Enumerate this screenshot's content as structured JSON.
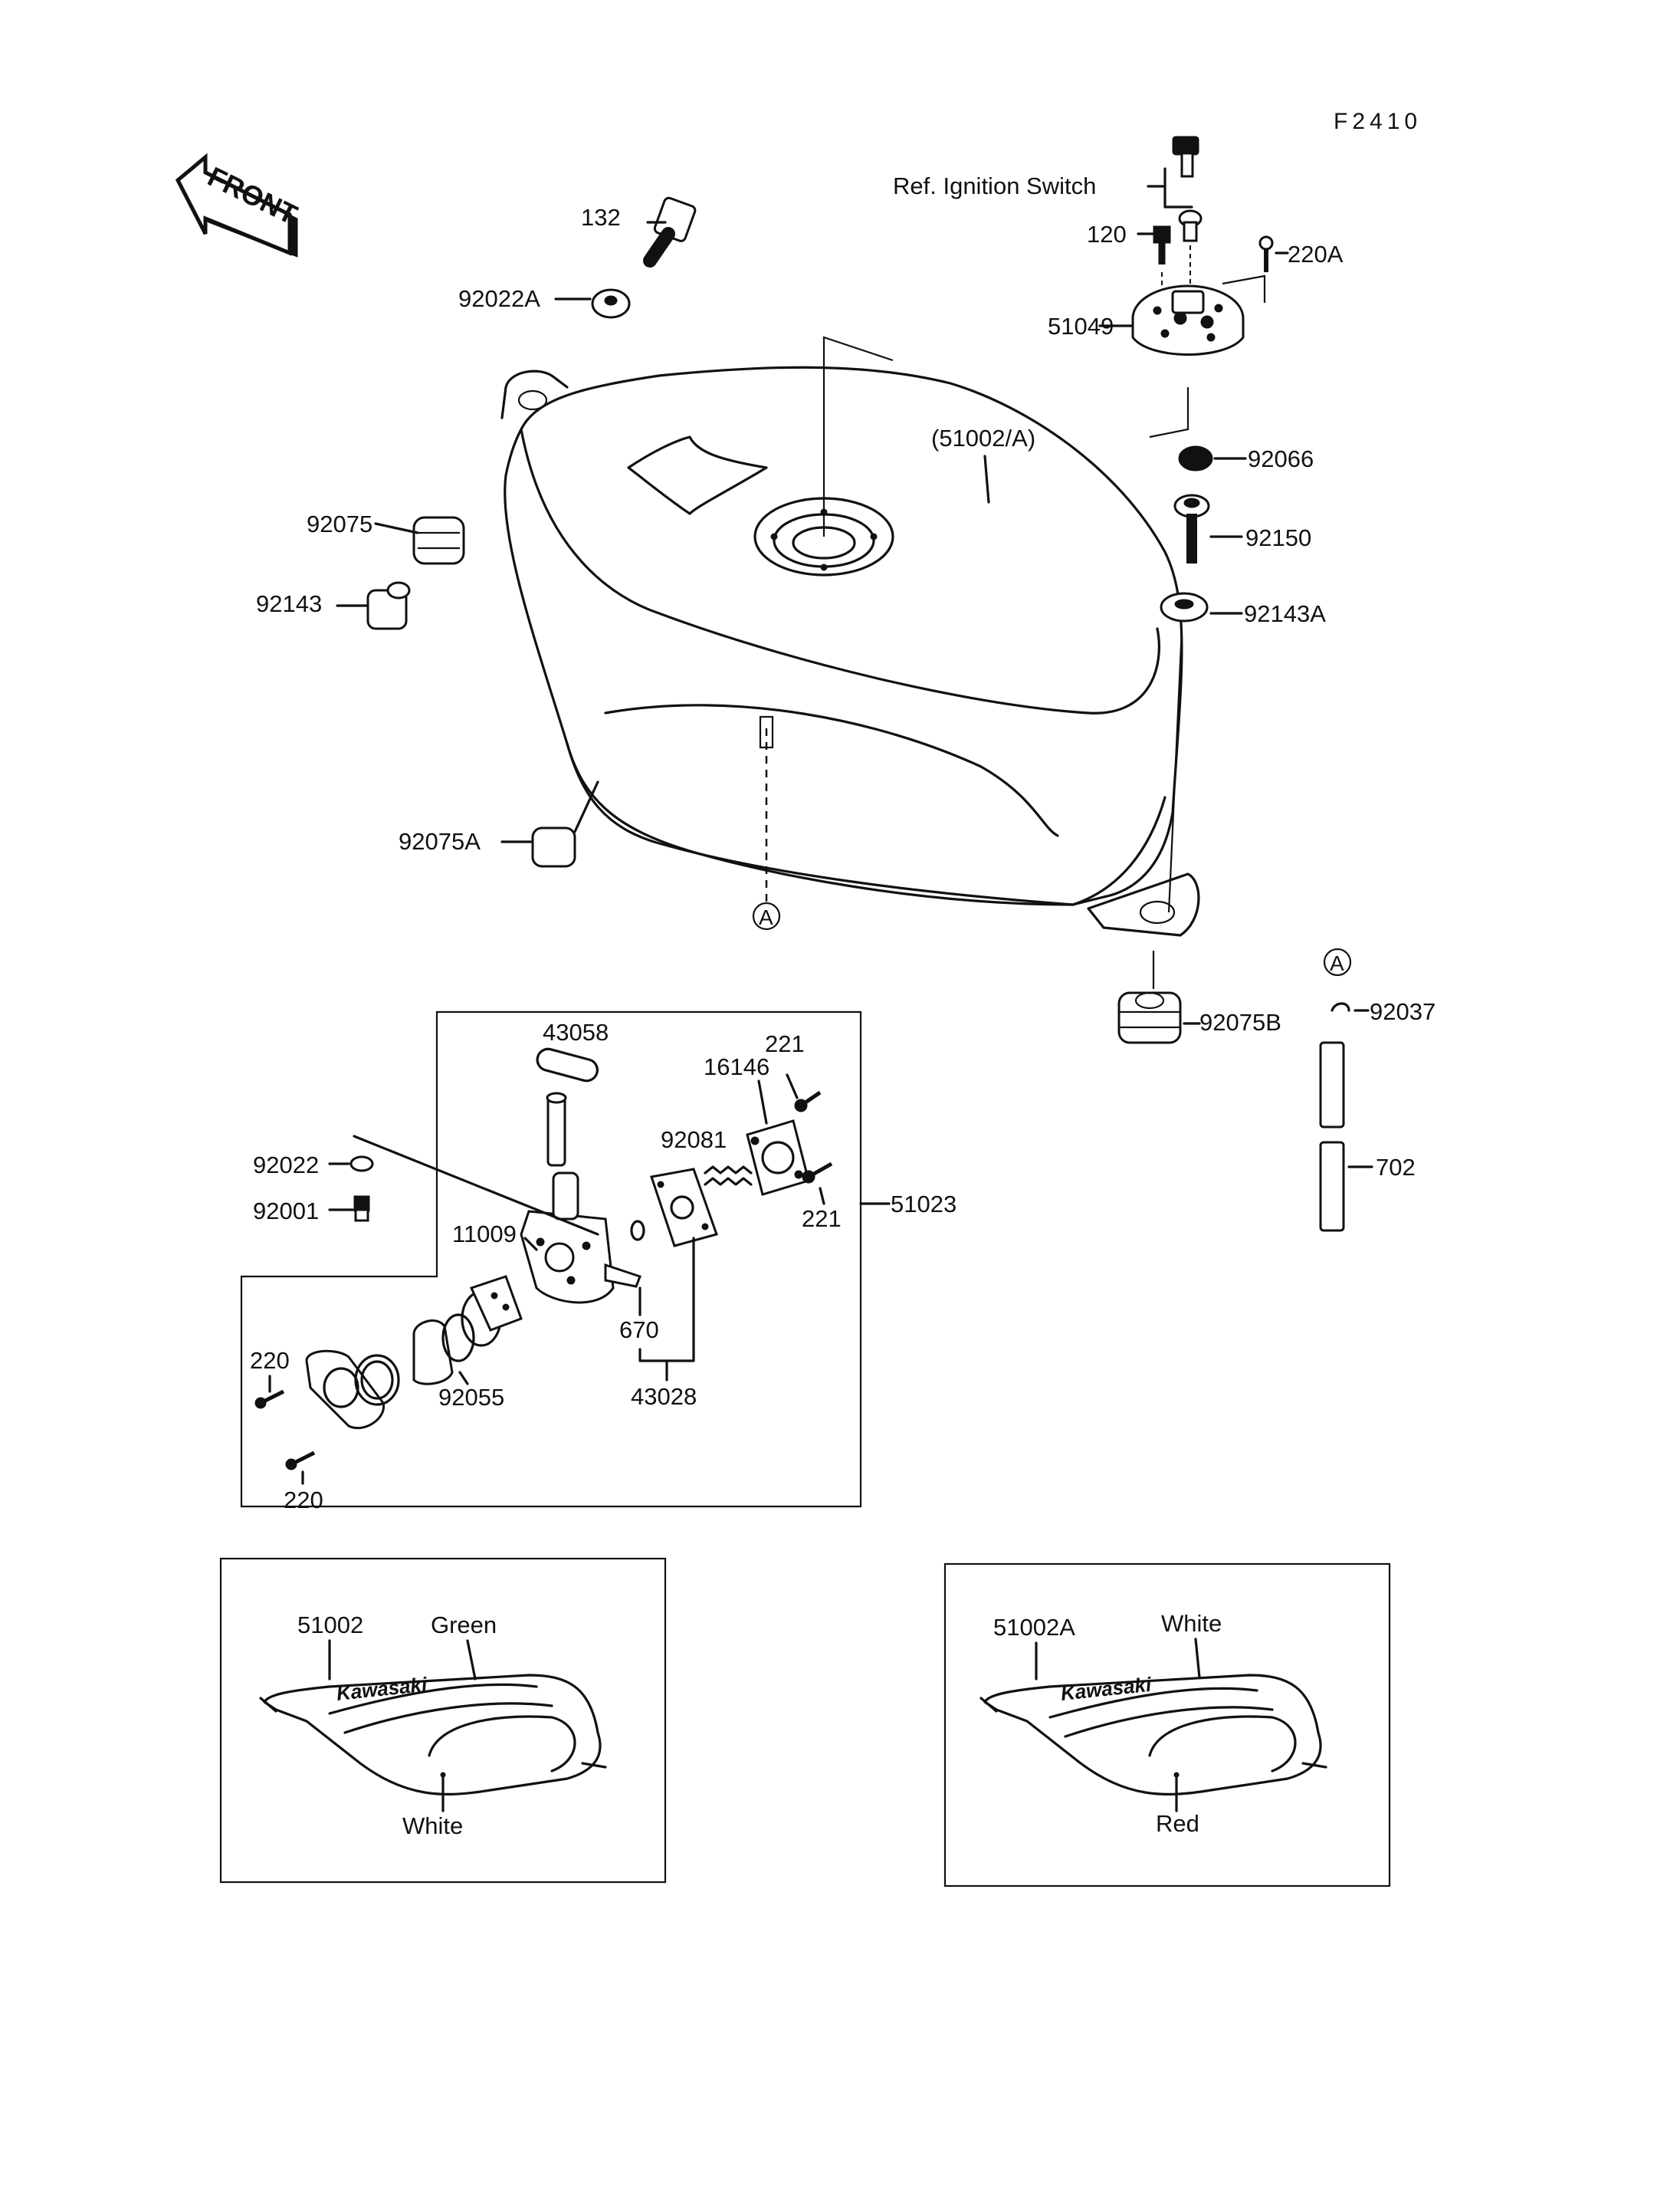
{
  "figure_code": "F2410",
  "front_label": "FRONT",
  "ref_ignition": "Ref. Ignition Switch",
  "callout_A": "A",
  "parts": {
    "p132": "132",
    "p92022A": "92022A",
    "p92075": "92075",
    "p92143": "92143",
    "p92075A": "92075A",
    "p51002A_paren": "(51002/A)",
    "p120": "120",
    "p220A": "220A",
    "p51049": "51049",
    "p92066": "92066",
    "p92150": "92150",
    "p92143A": "92143A",
    "p92075B": "92075B",
    "p92037": "92037",
    "p702": "702",
    "p43058": "43058",
    "p221a": "221",
    "p16146": "16146",
    "p92081": "92081",
    "p221b": "221",
    "p51023": "51023",
    "p92022": "92022",
    "p92001": "92001",
    "p11009": "11009",
    "p670": "670",
    "p43028": "43028",
    "p220a": "220",
    "p92055": "92055",
    "p220b": "220"
  },
  "decals": [
    {
      "part": "51002",
      "top_color": "Green",
      "bottom_color": "White",
      "brand": "Kawasaki"
    },
    {
      "part": "51002A",
      "top_color": "White",
      "bottom_color": "Red",
      "brand": "Kawasaki"
    }
  ]
}
